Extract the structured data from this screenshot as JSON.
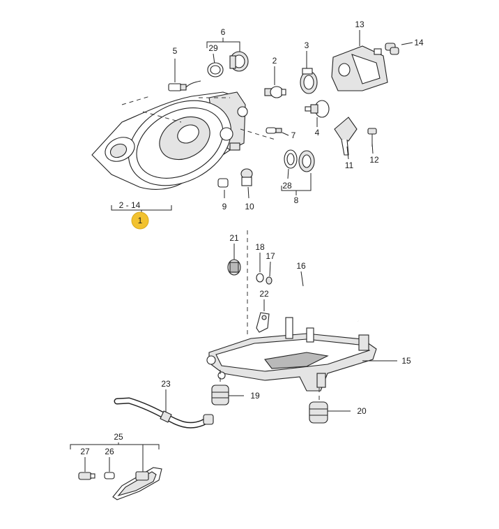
{
  "labels": {
    "p1": "1",
    "p2": "2",
    "p3": "3",
    "p4": "4",
    "p5": "5",
    "p6": "6",
    "p7": "7",
    "p8": "8",
    "p9": "9",
    "p10": "10",
    "p11": "11",
    "p12": "12",
    "p13": "13",
    "p14": "14",
    "p15": "15",
    "p16": "16",
    "p17": "17",
    "p18": "18",
    "p19": "19",
    "p20": "20",
    "p21": "21",
    "p22": "22",
    "p23": "23",
    "p25": "25",
    "p26": "26",
    "p27": "27",
    "p28": "28",
    "p29": "29",
    "range_2_14": "2 - 14"
  },
  "colors": {
    "highlight": "#f2c230",
    "line": "#222222"
  }
}
